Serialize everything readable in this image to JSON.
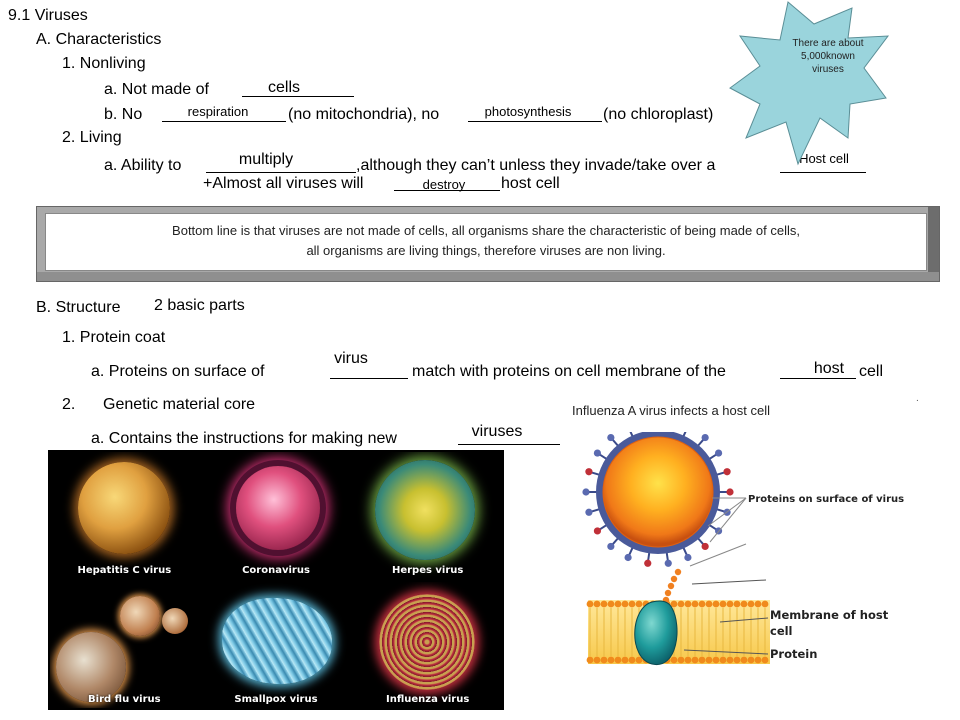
{
  "heading": "9.1 Viruses",
  "section_a": {
    "title": "A.  Characteristics",
    "item1": "1.  Nonliving",
    "a_prefix": "a.  Not made of",
    "a_answer": "cells",
    "b_prefix": "b.  No",
    "b_answer1": "respiration",
    "b_middle": "(no mitochondria), no",
    "b_answer2": "photosynthesis",
    "b_suffix": "(no chloroplast)",
    "item2": "2.  Living",
    "c_prefix": "a.  Ability to",
    "c_answer1": "multiply",
    "c_middle": ",although they can’t  unless they invade/take over a",
    "c_answer2": "Host cell",
    "d_prefix": "+Almost all viruses will",
    "d_answer": "destroy",
    "d_suffix": "host cell"
  },
  "starburst": {
    "text": "There are about 5,000known viruses",
    "color": "#9ad4dc"
  },
  "callout": {
    "line1": "Bottom line is that viruses are not made of cells, all organisms share the characteristic of being made of cells,",
    "line2": "all organisms are living things, therefore viruses are non living."
  },
  "section_b": {
    "title": "B.  Structure",
    "annotation": "2 basic parts",
    "item1": "1.  Protein coat",
    "a_prefix": "a.  Proteins on surface of",
    "a_answer1": "virus",
    "a_middle": "match with proteins on cell membrane of the",
    "a_answer2": "host",
    "a_suffix": "cell",
    "item2_num": "2.",
    "item2_text": "Genetic material core",
    "b_prefix": "a.  Contains the instructions for making new",
    "b_answer": "viruses"
  },
  "virus_tiles": [
    {
      "label": "Hepatitis C virus",
      "color": "#d8a030"
    },
    {
      "label": "Coronavirus",
      "color": "#c8306a"
    },
    {
      "label": "Herpes virus",
      "color": "#88b830"
    },
    {
      "label": "Bird flu virus",
      "color": "#d89048"
    },
    {
      "label": "Smallpox virus",
      "color": "#58b8d8"
    },
    {
      "label": "Influenza virus",
      "color": "#c83040"
    }
  ],
  "diagram": {
    "title": "Influenza A virus infects a host cell",
    "label_surface": "Proteins on surface of virus",
    "label_membrane": "Membrane of host cell",
    "label_protein": "Protein"
  }
}
